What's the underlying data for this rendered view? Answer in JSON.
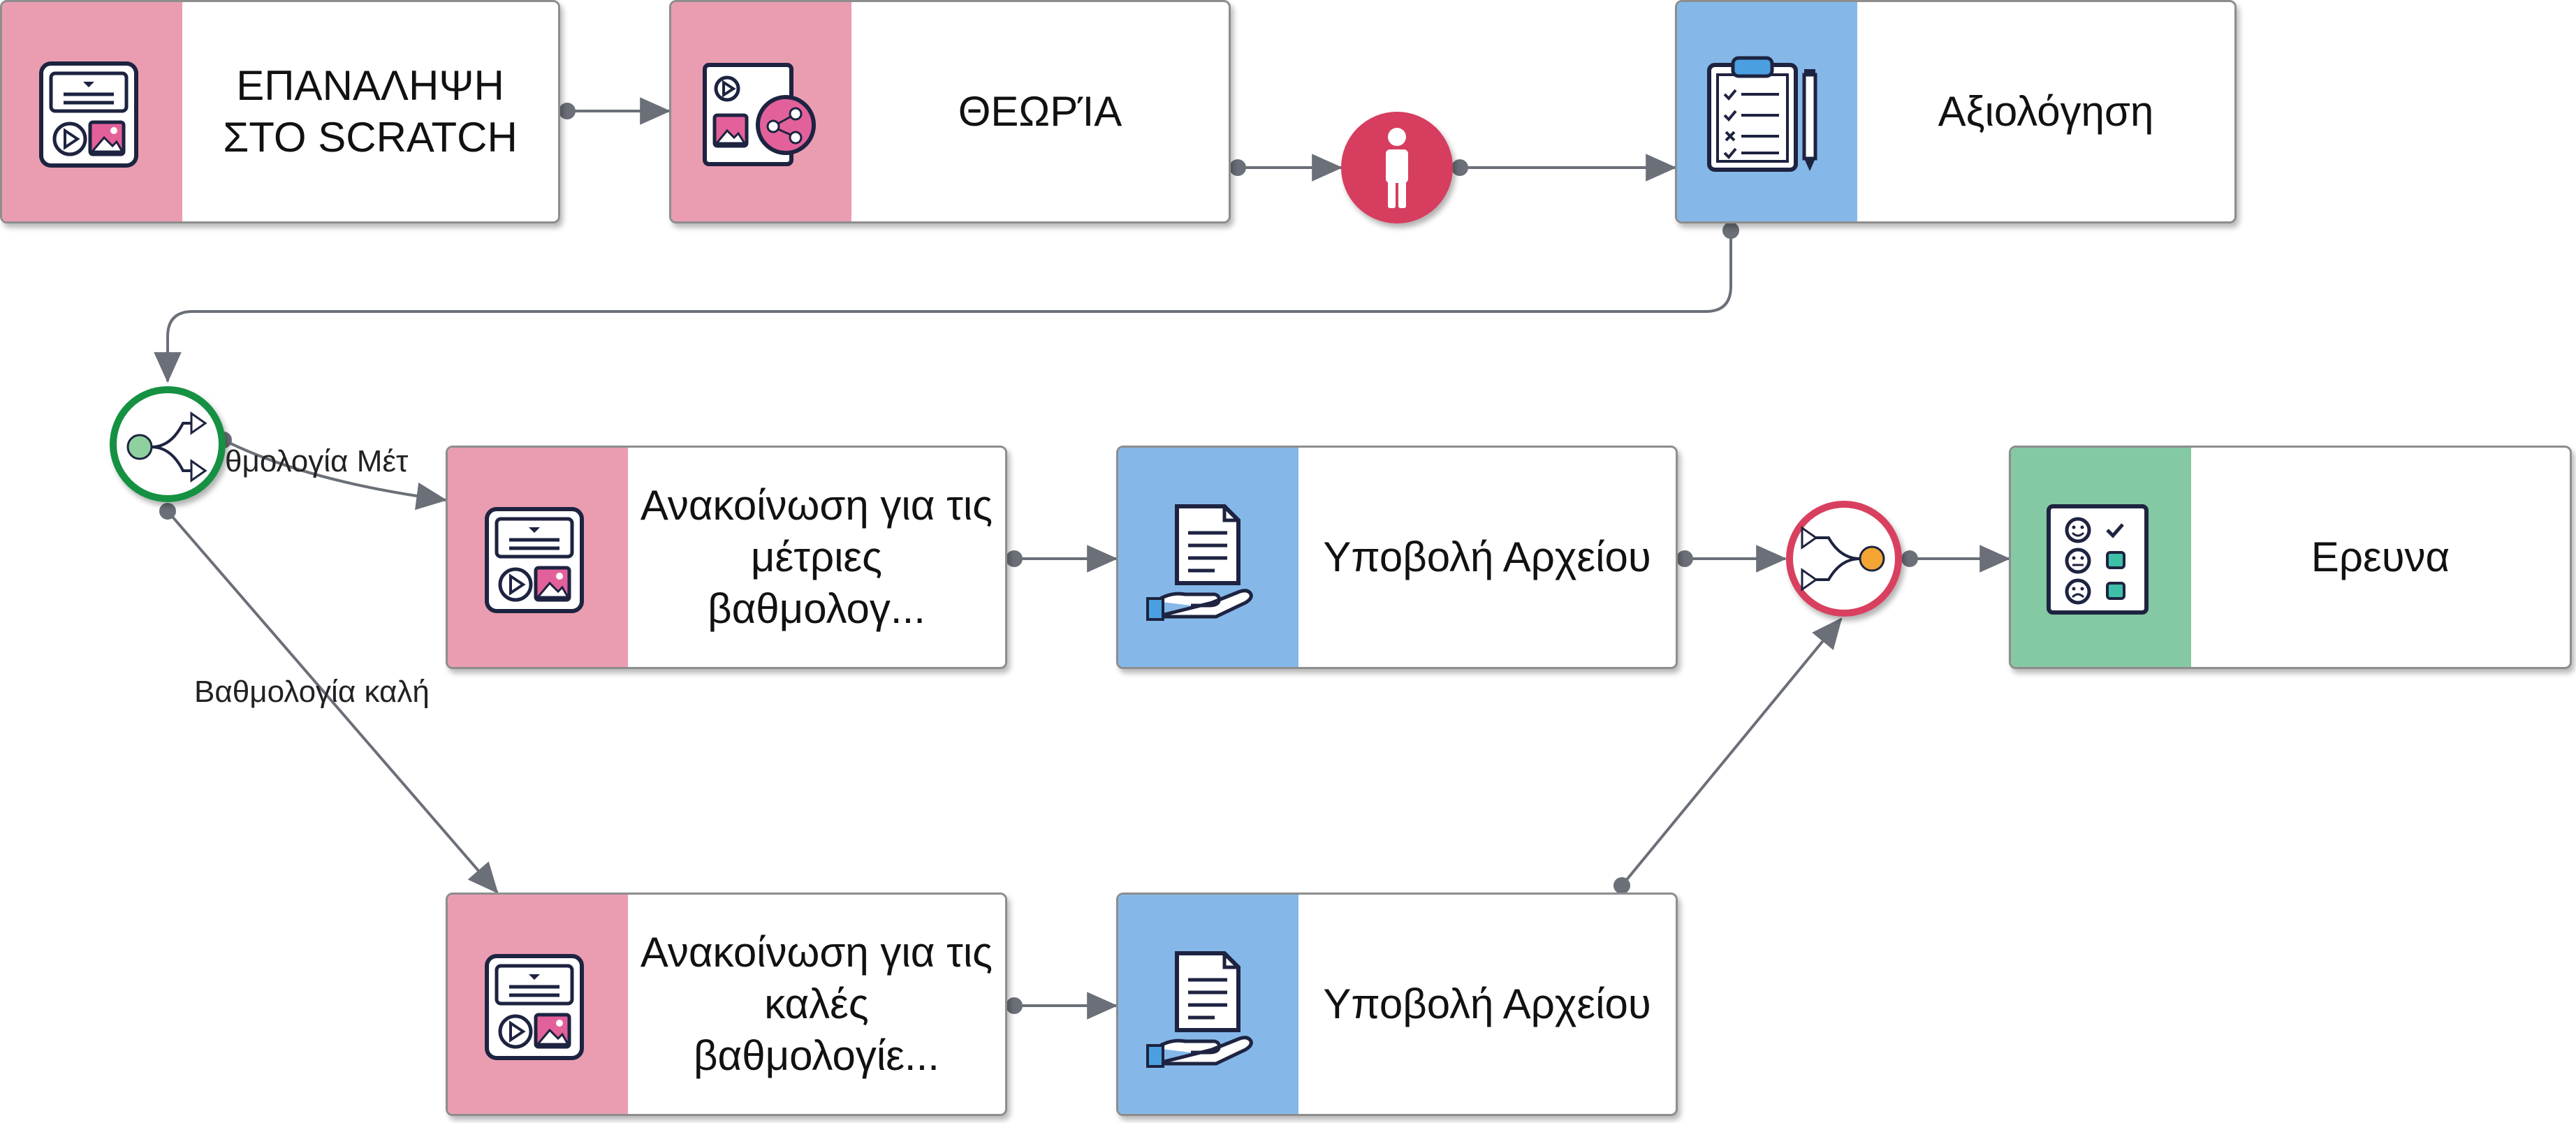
{
  "colors": {
    "content_stripe": "#ea9db1",
    "assignment_stripe": "#85b8e9",
    "survey_stripe": "#84c9a3",
    "connector": "#6b6f78",
    "split_gateway": "#179043",
    "merge_gateway": "#d9405f",
    "condition_node": "#d9405f",
    "merge_dot": "#f2a533",
    "split_dot": "#8fd19e"
  },
  "nodes": [
    {
      "id": "n1",
      "kind": "content",
      "icon": "media-board-icon",
      "label": "ΕΠΑΝΑΛΗΨΗ\nΣΤΟ SCRATCH"
    },
    {
      "id": "n2",
      "kind": "content",
      "icon": "media-share-icon",
      "label": "ΘΕΩΡΊΑ"
    },
    {
      "id": "n3",
      "kind": "assignment",
      "icon": "clipboard-checklist-icon",
      "label": "Αξιολόγηση"
    },
    {
      "id": "n4",
      "kind": "content",
      "icon": "media-board-icon",
      "label": "Ανακοίνωση για τις μέτριες βαθμολογ..."
    },
    {
      "id": "n5",
      "kind": "assignment",
      "icon": "document-hand-icon",
      "label": "Υποβολή Αρχείου"
    },
    {
      "id": "n6",
      "kind": "survey",
      "icon": "survey-faces-icon",
      "label": "Ερευνα"
    },
    {
      "id": "n7",
      "kind": "content",
      "icon": "media-board-icon",
      "label": "Ανακοίνωση για τις καλές βαθμολογίε..."
    },
    {
      "id": "n8",
      "kind": "assignment",
      "icon": "document-hand-icon",
      "label": "Υποβολή Αρχείου"
    }
  ],
  "gateways": [
    {
      "id": "g-user",
      "icon": "person-icon"
    },
    {
      "id": "g-split",
      "icon": "split-gateway-icon"
    },
    {
      "id": "g-merge",
      "icon": "merge-gateway-icon"
    }
  ],
  "edge_labels": [
    {
      "id": "e-medium",
      "text": "Βαθμολογία Μέτρια",
      "visible_text": "θμολογία Μέτ"
    },
    {
      "id": "e-good",
      "text": "Βαθμολογία καλή"
    }
  ]
}
